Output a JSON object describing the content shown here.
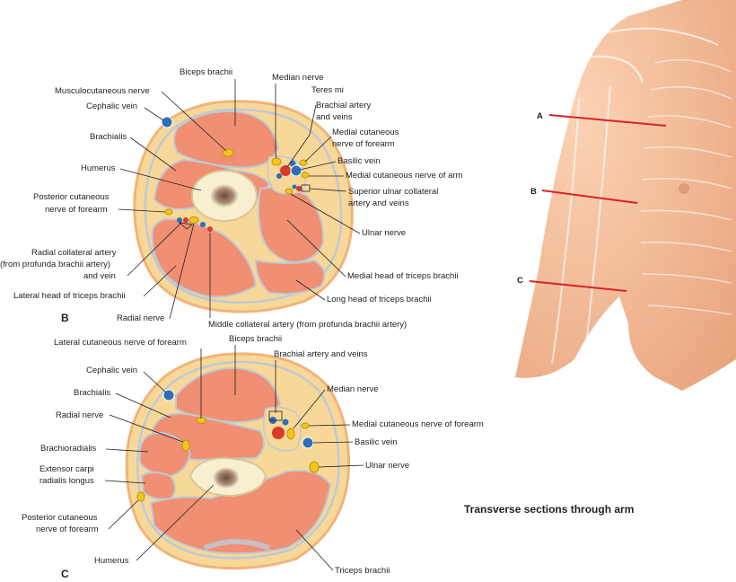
{
  "section_b": {
    "letter": "B",
    "labels": {
      "biceps_brachii": "Biceps brachii",
      "median_nerve": "Median nerve",
      "teres": "Teres mi",
      "musculocutaneous_nerve": "Musculocutaneous nerve",
      "cephalic_vein": "Cephalic vein",
      "brachial_artery_1": "Brachial artery",
      "brachial_artery_2": "and veins",
      "brachialis": "Brachialis",
      "medial_cut_forearm_1": "Medial cutaneous",
      "medial_cut_forearm_2": "nerve of forearm",
      "basilic_vein": "Basilic vein",
      "humerus": "Humerus",
      "medial_cut_arm": "Medial cutaneous nerve of arm",
      "superior_ulnar_1": "Superior ulnar collateral",
      "superior_ulnar_2": "artery and veins",
      "posterior_cut_1": "Posterior cutaneous",
      "posterior_cut_2": "nerve of forearm",
      "ulnar_nerve": "Ulnar nerve",
      "radial_collateral_1": "Radial collateral artery",
      "radial_collateral_2": "(from profunda brachii artery)",
      "radial_collateral_3": "and vein",
      "medial_head_triceps": "Medial head of triceps brachii",
      "lateral_head_triceps": "Lateral head of triceps brachii",
      "long_head_triceps": "Long head of triceps brachii",
      "radial_nerve": "Radial nerve",
      "middle_collateral": "Middle collateral artery (from profunda brachii artery)"
    }
  },
  "section_c": {
    "letter": "C",
    "labels": {
      "lateral_cut_forearm": "Lateral cutaneous nerve of forearm",
      "biceps_brachii": "Biceps brachii",
      "brachial_artery_veins": "Brachial artery and veins",
      "cephalic_vein": "Cephalic vein",
      "median_nerve": "Median nerve",
      "brachialis": "Brachialis",
      "radial_nerve": "Radial nerve",
      "medial_cut_forearm": "Medial cutaneous nerve of forearm",
      "basilic_vein": "Basilic vein",
      "brachioradialis": "Brachioradialis",
      "ulnar_nerve": "Ulnar nerve",
      "ecrl_1": "Extensor carpi",
      "ecrl_2": "radialis longus",
      "posterior_cut_1": "Posterior cutaneous",
      "posterior_cut_2": "nerve of forearm",
      "humerus": "Humerus",
      "triceps_brachii": "Triceps brachii"
    }
  },
  "arm_figure": {
    "levels": [
      "A",
      "B",
      "C"
    ]
  },
  "caption": "Transverse sections through arm",
  "colors": {
    "muscle": "#f08f72",
    "fat": "#f8d898",
    "skin": "#f5b48c",
    "fascia": "#bfc9d4",
    "bone": "#f7efd0",
    "nerve": "#f5c518",
    "vein": "#2d6fb8",
    "artery": "#d93a2b",
    "level_line": "#d8232a"
  }
}
